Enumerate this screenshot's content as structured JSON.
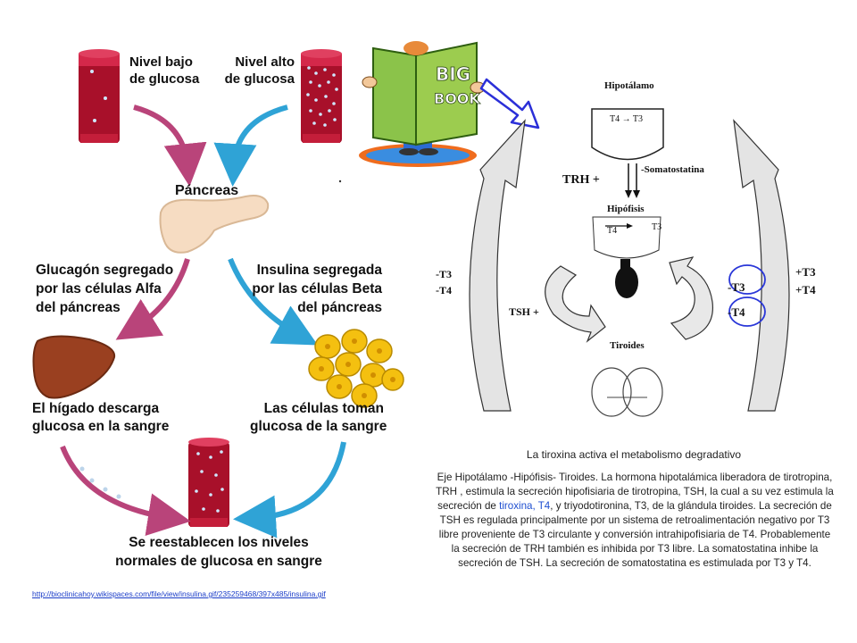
{
  "glucose": {
    "low_label": "Nivel bajo\nde glucosa",
    "high_label": "Nivel alto\nde glucosa",
    "pancreas_label": "Páncreas",
    "glucagon_label": "Glucagón segregado\npor las células Alfa\ndel páncreas",
    "insulin_label": "Insulina segregada\npor las células Beta\ndel páncreas",
    "liver_label": "El hígado descarga\nglucosa en la sangre",
    "cells_label": "Las células toman\nglucosa de la sangre",
    "restore_label": "Se reestablecen los niveles\nnormales de glucosa en sangre",
    "source_link": "http://bioclinicahoy.wikispaces.com/file/view/insulina.gif/235259468/397x485/insulina.gif"
  },
  "book": {
    "title_line1": "BIG",
    "title_line2": "BOOK"
  },
  "thyroid": {
    "hypothalamus": "Hipotálamo",
    "conversion_top": "T4 → T3",
    "somatostatin": "-Somatostatina",
    "trh": "TRH +",
    "pituitary": "Hipófisis",
    "pit_t4": "T4",
    "pit_t3": "T3",
    "left_t3": "-T3",
    "left_t4": "-T4",
    "tsh": "TSH +",
    "thyroid_label": "Tiroides",
    "mid_t3": "-T3",
    "mid_t4": "-T4",
    "right_t3": "+T3",
    "right_t4": "+T4"
  },
  "caption": "La tiroxina activa el metabolismo degradativo",
  "paragraph": {
    "before": "Eje Hipotálamo -Hipófisis- Tiroides. La hormona hipotalámica liberadora de tirotropina, TRH , estimula la secreción hipofisiaria de tirotropina, TSH, la cual a su vez estimula la secreción de ",
    "highlight": "tiroxina, T4",
    "after": ", y triyodotironina, T3, de la glándula tiroides. La secreción de TSH es regulada principalmente por un sistema de retroalimentación negativo por T3 libre proveniente de T3 circulante y conversión intrahipofisiaria de T4. Probablemente la secreción de TRH también es inhibida por T3 libre. La somatostatina inhibe la secreción de TSH. La secreción de somatostatina es estimulada por T3 y T4."
  }
}
